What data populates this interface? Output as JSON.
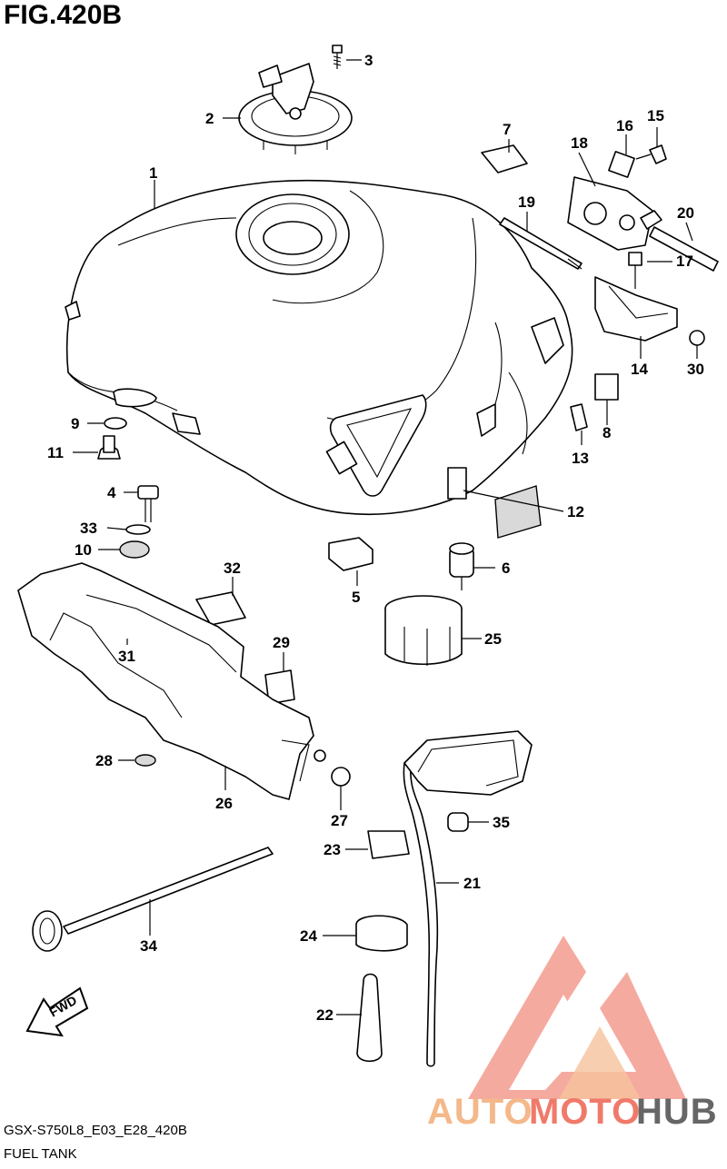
{
  "figure": {
    "title": "FIG.420B",
    "code": "GSX-S750L8_E03_E28_420B",
    "name": "FUEL TANK"
  },
  "callouts": [
    "1",
    "2",
    "3",
    "4",
    "5",
    "6",
    "7",
    "8",
    "9",
    "10",
    "11",
    "12",
    "13",
    "14",
    "15",
    "16",
    "17",
    "18",
    "19",
    "20",
    "21",
    "22",
    "23",
    "24",
    "25",
    "26",
    "27",
    "28",
    "29",
    "30",
    "31",
    "32",
    "33",
    "34",
    "35"
  ],
  "direction_label": "FWD",
  "watermark": {
    "text_auto": "AUTO",
    "text_moto": "MOTO",
    "text_hub": "HUB",
    "color_primary": "#f07a6a",
    "color_secondary": "#f4b88a",
    "color_hub": "#666666"
  }
}
